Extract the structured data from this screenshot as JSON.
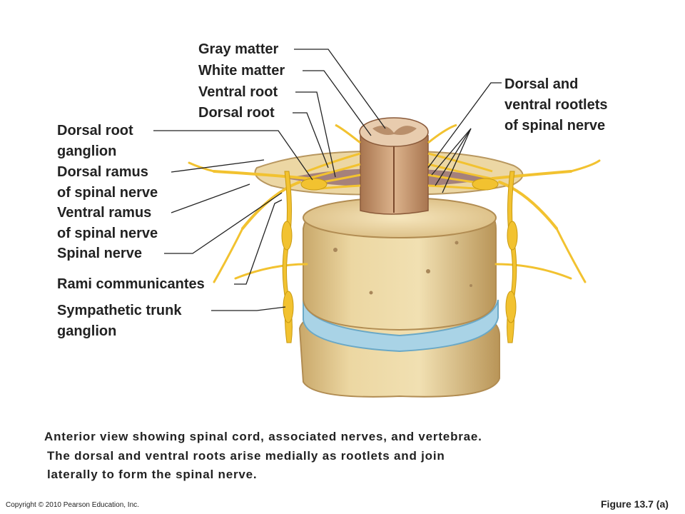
{
  "labels": {
    "gray_matter": "Gray matter",
    "white_matter": "White matter",
    "ventral_root": "Ventral root",
    "dorsal_root": "Dorsal root",
    "dorsal_root_ganglion": [
      "Dorsal root",
      "ganglion"
    ],
    "dorsal_ramus": [
      "Dorsal ramus",
      "of spinal nerve"
    ],
    "ventral_ramus": [
      "Ventral ramus",
      "of spinal nerve"
    ],
    "spinal_nerve": "Spinal nerve",
    "rami_communicantes": "Rami communicantes",
    "sympathetic_trunk_ganglion": [
      "Sympathetic trunk",
      "ganglion"
    ],
    "rootlets": [
      "Dorsal and",
      "ventral rootlets",
      "of spinal nerve"
    ]
  },
  "caption": [
    "Anterior view showing spinal cord, associated nerves, and vertebrae.",
    "The dorsal and ventral roots arise medially as rootlets and join",
    "laterally to form the spinal nerve."
  ],
  "copyright": "Copyright © 2010 Pearson Education, Inc.",
  "figure_number": "Figure 13.7 (a)",
  "colors": {
    "bone": "#e9d29a",
    "bone_shadow": "#c9a96a",
    "nerve": "#f2c230",
    "cord": "#c9976c",
    "disc": "#a9d3e6",
    "leader": "#222222"
  }
}
